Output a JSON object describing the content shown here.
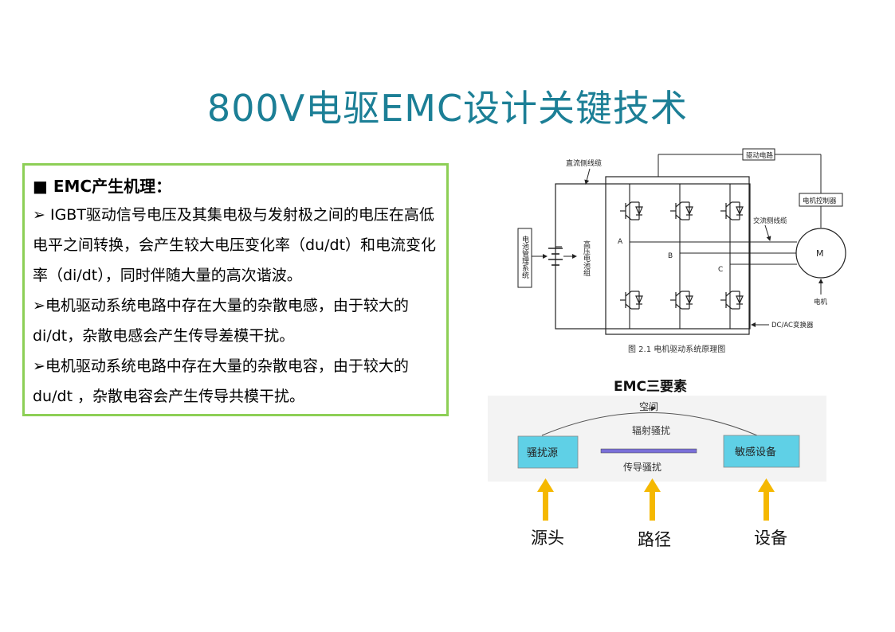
{
  "slide": {
    "title": "800V电驱EMC设计关键技术"
  },
  "textbox": {
    "heading": "■ EMC产生机理：",
    "paragraphs": [
      "➢ IGBT驱动信号电压及其集电极与发射极之间的电压在高低电平之间转换，会产生较大电压变化率（du/dt）和电流变化率（di/dt），同时伴随大量的高次谐波。",
      "➢电机驱动系统电路中存在大量的杂散电感，由于较大的 di/dt，杂散电感会产生传导差模干扰。",
      "➢电机驱动系统电路中存在大量的杂散电容，由于较大的 du/dt ，杂散电容会产生传导共模干扰。"
    ]
  },
  "circuit": {
    "dc_cable_label": "直流侧线缆",
    "drive_circuit_label": "驱动电路",
    "motor_controller_label": "电机控制器",
    "ac_cable_label": "交流侧线缆",
    "battery_system_label": "电池管理系统",
    "hv_battery_label": "高压电池组",
    "node_a": "A",
    "node_b": "B",
    "node_c": "C",
    "motor_symbol": "M",
    "motor_label": "电机",
    "converter_label": "DC/AC变换器",
    "caption": "图 2.1  电机驱动系统原理图"
  },
  "emc": {
    "title": "EMC三要素",
    "space_label": "空间",
    "radiated_label": "辐射骚扰",
    "conducted_label": "传导骚扰",
    "source_box": "骚扰源",
    "sensitive_box": "敏感设备",
    "arrow_labels": [
      "源头",
      "路径",
      "设备"
    ],
    "colors": {
      "box_fill": "#5fd0e6",
      "arrow": "#f5b800",
      "path_bar": "#7a6fd8"
    }
  }
}
